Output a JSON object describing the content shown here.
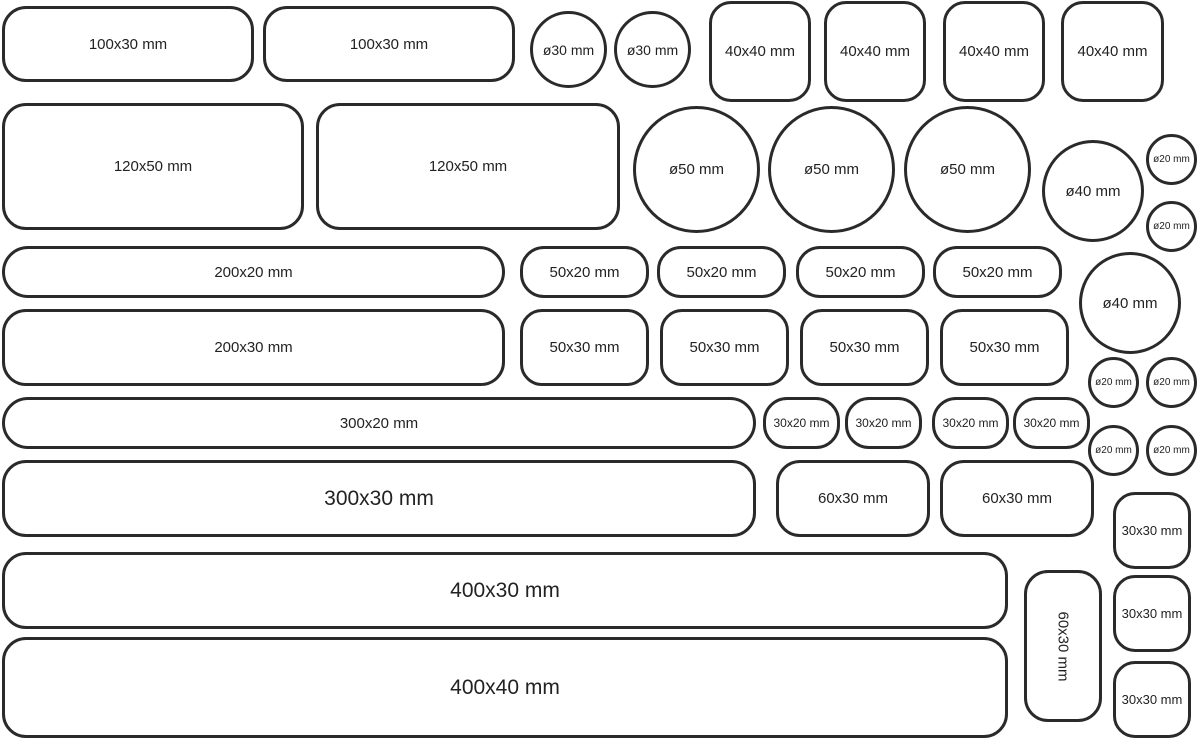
{
  "sheet": {
    "outline_color": "#2a2a2a",
    "background_color": "#ffffff",
    "labels": {
      "rect_100x30": "100x30 mm",
      "rect_120x50": "120x50 mm",
      "rect_200x20": "200x20 mm",
      "rect_200x30": "200x30 mm",
      "rect_300x20": "300x20 mm",
      "rect_300x30": "300x30 mm",
      "rect_400x30": "400x30 mm",
      "rect_400x40": "400x40 mm",
      "rect_50x20": "50x20 mm",
      "rect_50x30": "50x30 mm",
      "rect_30x20": "30x20 mm",
      "rect_60x30": "60x30 mm",
      "rect_40x40": "40x40 mm",
      "rect_30x30": "30x30 mm",
      "circle_30": "ø30 mm",
      "circle_50": "ø50 mm",
      "circle_40": "ø40 mm",
      "circle_20": "ø20 mm"
    }
  }
}
